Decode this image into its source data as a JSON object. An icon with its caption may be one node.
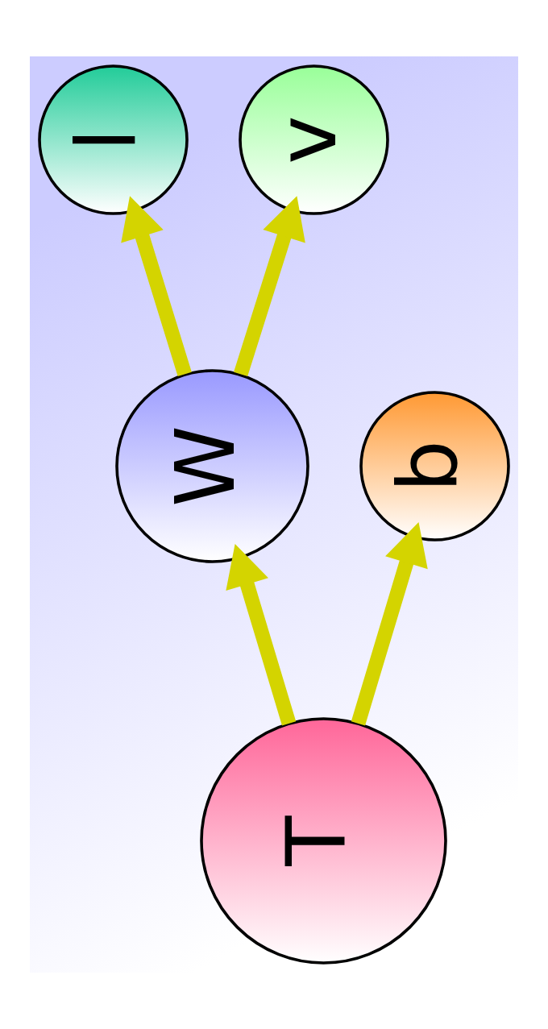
{
  "diagram": {
    "nodes": [
      {
        "text": [
          "T"
        ]
      },
      {
        "text": [
          "W"
        ]
      },
      {
        "text": [
          "b"
        ]
      },
      {
        "text": [
          "l"
        ]
      },
      {
        "text": [
          "v"
        ]
      }
    ],
    "edges": [
      {
        "from": 0,
        "to": 1,
        "arrow": "to"
      },
      {
        "from": 0,
        "to": 2,
        "arrow": "to"
      },
      {
        "from": 1,
        "to": 3,
        "arrow": "to"
      },
      {
        "from": 1,
        "to": 4,
        "arrow": "to"
      }
    ]
  }
}
